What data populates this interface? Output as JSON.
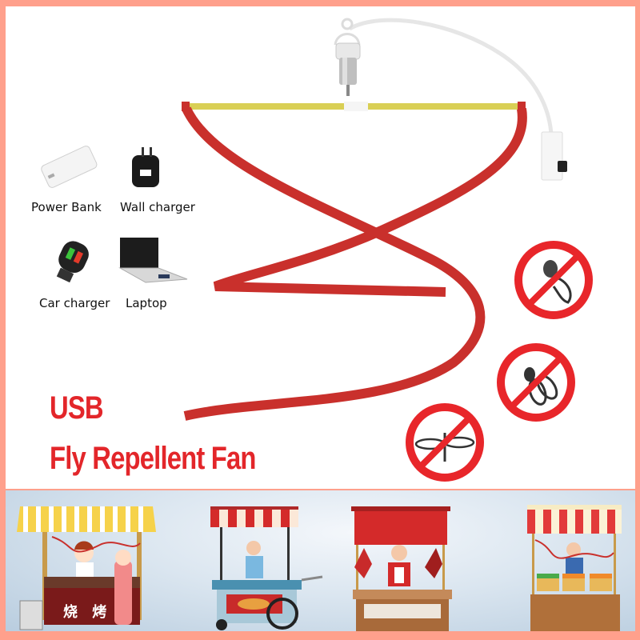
{
  "product": {
    "title_line1": "USB",
    "title_line2": "Fly Repellent Fan",
    "title_color": "#e3262a",
    "border_color": "#ffa08c",
    "ribbon_color": "#c9302c",
    "rod_color": "#d9cf55"
  },
  "power_sources": [
    {
      "label": "Power Bank",
      "icon": "power-bank-icon"
    },
    {
      "label": "Wall charger",
      "icon": "wall-charger-icon"
    },
    {
      "label": "Car charger",
      "icon": "car-charger-icon"
    },
    {
      "label": "Laptop",
      "icon": "laptop-icon"
    }
  ],
  "prohibited_insects": [
    {
      "icon": "no-bee-icon"
    },
    {
      "icon": "no-fly-icon"
    },
    {
      "icon": "no-mosquito-icon"
    }
  ],
  "scenes": [
    {
      "name": "bbq-stall",
      "sign": "烧 烤"
    },
    {
      "name": "hotdog-cart"
    },
    {
      "name": "butcher-stall"
    },
    {
      "name": "fruit-stall"
    }
  ]
}
